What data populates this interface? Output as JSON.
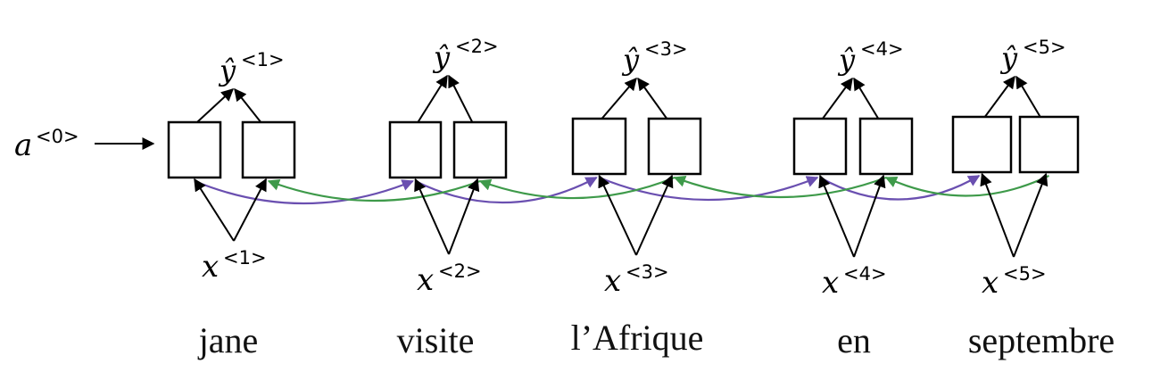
{
  "initial_activation": {
    "symbol": "a",
    "superscript": "<0>"
  },
  "timesteps": [
    {
      "index": 1,
      "x_symbol": "x",
      "x_sup": "<1>",
      "y_symbol": "ŷ",
      "y_sup": "<1>",
      "word": "jane"
    },
    {
      "index": 2,
      "x_symbol": "x",
      "x_sup": "<2>",
      "y_symbol": "ŷ",
      "y_sup": "<2>",
      "word": "visite"
    },
    {
      "index": 3,
      "x_symbol": "x",
      "x_sup": "<3>",
      "y_symbol": "ŷ",
      "y_sup": "<3>",
      "word": "l’Afrique"
    },
    {
      "index": 4,
      "x_symbol": "x",
      "x_sup": "<4>",
      "y_symbol": "ŷ",
      "y_sup": "<4>",
      "word": "en"
    },
    {
      "index": 5,
      "x_symbol": "x",
      "x_sup": "<5>",
      "y_symbol": "ŷ",
      "y_sup": "<5>",
      "word": "septembre"
    }
  ],
  "colors": {
    "forward_connection": "#6a4fb0",
    "backward_connection": "#3e9a4a",
    "node_stroke": "#000000"
  }
}
